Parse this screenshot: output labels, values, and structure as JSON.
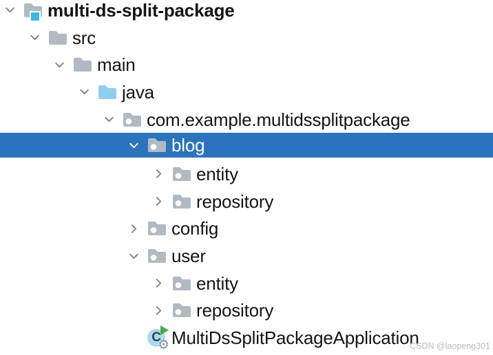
{
  "panel_title": "project-tree",
  "watermark": "CSDN @laopeng301",
  "colors": {
    "selection": "#2B74BD",
    "text": "#141414",
    "selected_text": "#FFFFFF",
    "chevron": "#7D868E",
    "folder": "#B1BAC3",
    "source_folder": "#8DD0EE",
    "project_badge": "#3FB6E3",
    "package_dot": "#FFFFFF",
    "class_circle": "#A9D9F0",
    "run_arrow": "#4EA64E",
    "gear": "#8A939B",
    "watermark_color": "#BCBCBC"
  },
  "tree": {
    "items": [
      {
        "label": "multi-ds-split-package",
        "level": 0,
        "icon": "project-folder",
        "chevron": "expanded",
        "bold": true,
        "selected": false
      },
      {
        "label": "src",
        "level": 1,
        "icon": "folder",
        "chevron": "expanded",
        "bold": false,
        "selected": false
      },
      {
        "label": "main",
        "level": 2,
        "icon": "folder",
        "chevron": "expanded",
        "bold": false,
        "selected": false
      },
      {
        "label": "java",
        "level": 3,
        "icon": "source-folder",
        "chevron": "expanded",
        "bold": false,
        "selected": false
      },
      {
        "label": "com.example.multidssplitpackage",
        "level": 4,
        "icon": "package",
        "chevron": "expanded",
        "bold": false,
        "selected": false
      },
      {
        "label": "blog",
        "level": 5,
        "icon": "package",
        "chevron": "expanded",
        "bold": false,
        "selected": true
      },
      {
        "label": "entity",
        "level": 6,
        "icon": "package",
        "chevron": "collapsed",
        "bold": false,
        "selected": false
      },
      {
        "label": "repository",
        "level": 6,
        "icon": "package",
        "chevron": "collapsed",
        "bold": false,
        "selected": false
      },
      {
        "label": "config",
        "level": 5,
        "icon": "package",
        "chevron": "collapsed",
        "bold": false,
        "selected": false
      },
      {
        "label": "user",
        "level": 5,
        "icon": "package",
        "chevron": "expanded",
        "bold": false,
        "selected": false
      },
      {
        "label": "entity",
        "level": 6,
        "icon": "package",
        "chevron": "collapsed",
        "bold": false,
        "selected": false
      },
      {
        "label": "repository",
        "level": 6,
        "icon": "package",
        "chevron": "collapsed",
        "bold": false,
        "selected": false
      },
      {
        "label": "MultiDsSplitPackageApplication",
        "level": 5,
        "icon": "boot-class",
        "chevron": "none",
        "bold": false,
        "selected": false
      }
    ]
  }
}
